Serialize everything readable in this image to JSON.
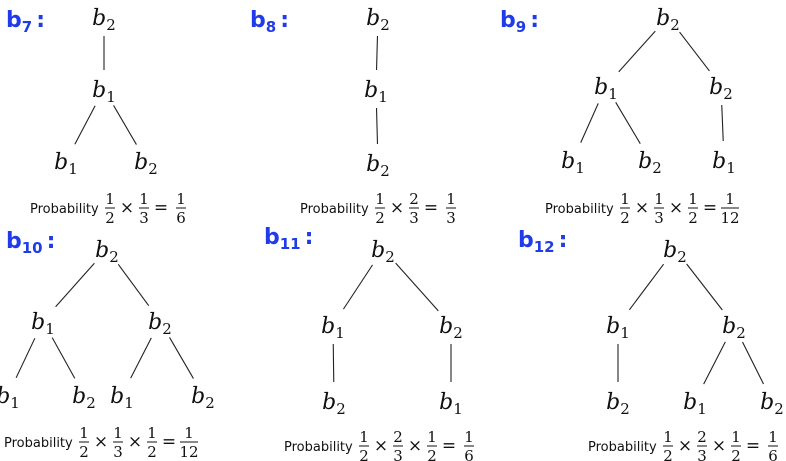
{
  "trees": [
    {
      "label": "b",
      "label_sub": "7",
      "colon": ":",
      "nodes": [
        {
          "id": "r",
          "base": "b",
          "sub": "2"
        },
        {
          "id": "a",
          "base": "b",
          "sub": "1"
        },
        {
          "id": "c",
          "base": "b",
          "sub": "1"
        },
        {
          "id": "d",
          "base": "b",
          "sub": "2"
        }
      ],
      "edges": [
        [
          "r",
          "a"
        ],
        [
          "a",
          "c"
        ],
        [
          "a",
          "d"
        ]
      ],
      "probability": {
        "label": "Probability",
        "factors": [
          {
            "num": "1",
            "den": "2"
          },
          {
            "num": "1",
            "den": "3"
          }
        ],
        "result": {
          "num": "1",
          "den": "6"
        }
      }
    },
    {
      "label": "b",
      "label_sub": "8",
      "colon": ":",
      "nodes": [
        {
          "id": "r",
          "base": "b",
          "sub": "2"
        },
        {
          "id": "a",
          "base": "b",
          "sub": "1"
        },
        {
          "id": "c",
          "base": "b",
          "sub": "2"
        }
      ],
      "edges": [
        [
          "r",
          "a"
        ],
        [
          "a",
          "c"
        ]
      ],
      "probability": {
        "label": "Probability",
        "factors": [
          {
            "num": "1",
            "den": "2"
          },
          {
            "num": "2",
            "den": "3"
          }
        ],
        "result": {
          "num": "1",
          "den": "3"
        }
      }
    },
    {
      "label": "b",
      "label_sub": "9",
      "colon": ":",
      "nodes": [
        {
          "id": "r",
          "base": "b",
          "sub": "2"
        },
        {
          "id": "a",
          "base": "b",
          "sub": "1"
        },
        {
          "id": "b",
          "base": "b",
          "sub": "2"
        },
        {
          "id": "c",
          "base": "b",
          "sub": "1"
        },
        {
          "id": "d",
          "base": "b",
          "sub": "2"
        },
        {
          "id": "e",
          "base": "b",
          "sub": "1"
        }
      ],
      "edges": [
        [
          "r",
          "a"
        ],
        [
          "r",
          "b"
        ],
        [
          "a",
          "c"
        ],
        [
          "a",
          "d"
        ],
        [
          "b",
          "e"
        ]
      ],
      "probability": {
        "label": "Probability",
        "factors": [
          {
            "num": "1",
            "den": "2"
          },
          {
            "num": "1",
            "den": "3"
          },
          {
            "num": "1",
            "den": "2"
          }
        ],
        "result": {
          "num": "1",
          "den": "12"
        }
      }
    },
    {
      "label": "b",
      "label_sub": "10",
      "colon": ":",
      "nodes": [
        {
          "id": "r",
          "base": "b",
          "sub": "2"
        },
        {
          "id": "a",
          "base": "b",
          "sub": "1"
        },
        {
          "id": "b",
          "base": "b",
          "sub": "2"
        },
        {
          "id": "c",
          "base": "b",
          "sub": "1"
        },
        {
          "id": "d",
          "base": "b",
          "sub": "2"
        },
        {
          "id": "e",
          "base": "b",
          "sub": "1"
        },
        {
          "id": "f",
          "base": "b",
          "sub": "2"
        }
      ],
      "edges": [
        [
          "r",
          "a"
        ],
        [
          "r",
          "b"
        ],
        [
          "a",
          "c"
        ],
        [
          "a",
          "d"
        ],
        [
          "b",
          "e"
        ],
        [
          "b",
          "f"
        ]
      ],
      "probability": {
        "label": "Probability",
        "factors": [
          {
            "num": "1",
            "den": "2"
          },
          {
            "num": "1",
            "den": "3"
          },
          {
            "num": "1",
            "den": "2"
          }
        ],
        "result": {
          "num": "1",
          "den": "12"
        }
      }
    },
    {
      "label": "b",
      "label_sub": "11",
      "colon": ":",
      "nodes": [
        {
          "id": "r",
          "base": "b",
          "sub": "2"
        },
        {
          "id": "a",
          "base": "b",
          "sub": "1"
        },
        {
          "id": "b",
          "base": "b",
          "sub": "2"
        },
        {
          "id": "c",
          "base": "b",
          "sub": "2"
        },
        {
          "id": "d",
          "base": "b",
          "sub": "1"
        }
      ],
      "edges": [
        [
          "r",
          "a"
        ],
        [
          "r",
          "b"
        ],
        [
          "a",
          "c"
        ],
        [
          "b",
          "d"
        ]
      ],
      "probability": {
        "label": "Probability",
        "factors": [
          {
            "num": "1",
            "den": "2"
          },
          {
            "num": "2",
            "den": "3"
          },
          {
            "num": "1",
            "den": "2"
          }
        ],
        "result": {
          "num": "1",
          "den": "6"
        }
      }
    },
    {
      "label": "b",
      "label_sub": "12",
      "colon": ":",
      "nodes": [
        {
          "id": "r",
          "base": "b",
          "sub": "2"
        },
        {
          "id": "a",
          "base": "b",
          "sub": "1"
        },
        {
          "id": "b",
          "base": "b",
          "sub": "2"
        },
        {
          "id": "c",
          "base": "b",
          "sub": "2"
        },
        {
          "id": "d",
          "base": "b",
          "sub": "1"
        },
        {
          "id": "e",
          "base": "b",
          "sub": "2"
        }
      ],
      "edges": [
        [
          "r",
          "a"
        ],
        [
          "r",
          "b"
        ],
        [
          "a",
          "c"
        ],
        [
          "b",
          "d"
        ],
        [
          "b",
          "e"
        ]
      ],
      "probability": {
        "label": "Probability",
        "factors": [
          {
            "num": "1",
            "den": "2"
          },
          {
            "num": "2",
            "den": "3"
          },
          {
            "num": "1",
            "den": "2"
          }
        ],
        "result": {
          "num": "1",
          "den": "6"
        }
      }
    }
  ]
}
